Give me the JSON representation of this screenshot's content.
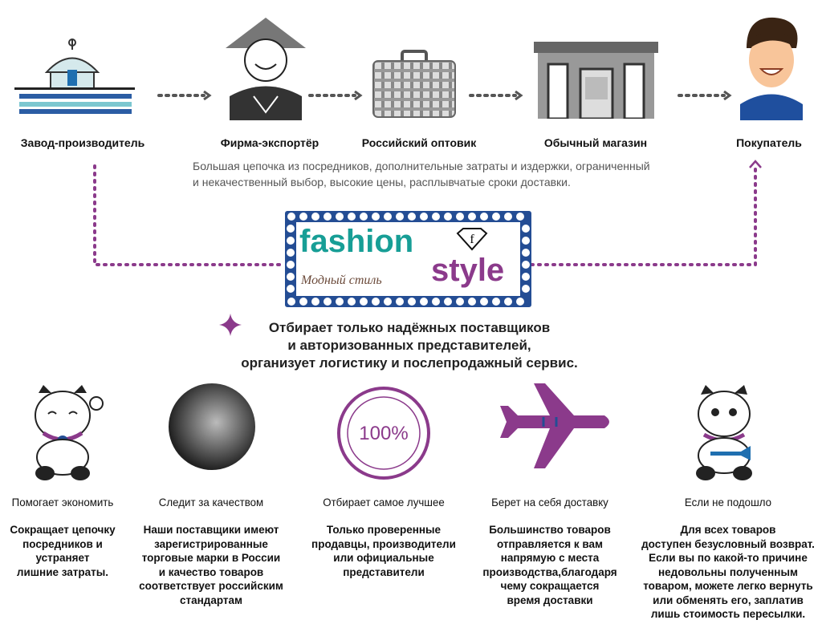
{
  "chain": {
    "steps": [
      {
        "label": "Завод-производитель",
        "icon": "factory-icon"
      },
      {
        "label": "Фирма-экспортёр",
        "icon": "exporter-person-icon"
      },
      {
        "label": "Российский оптовик",
        "icon": "suitcase-icon"
      },
      {
        "label": "Обычный магазин",
        "icon": "store-icon"
      },
      {
        "label": "Покупатель",
        "icon": "buyer-person-icon"
      }
    ],
    "description_line1": "Большая цепочка из посредников, дополнительные затраты и издержки, ограниченный",
    "description_line2": "и некачественный выбор, высокие цены, расплывчатые сроки доставки."
  },
  "logo": {
    "word1": "fashion",
    "word2": "style",
    "subtitle": "Модный стиль",
    "emblem": "f"
  },
  "tagline": {
    "line1": "Отбирает только надёжных поставщиков",
    "line2": "и авторизованных представителей,",
    "line3": "организует логистику и послепродажный сервис."
  },
  "benefits": [
    {
      "title": "Помогает экономить",
      "text": "Сокращает цепочку\nпосредников и\nустраняет\nлишние затраты.",
      "icon": "lucky-cat-icon"
    },
    {
      "title": "Следит за качеством",
      "text": "Наши поставщики имеют\nзарегистрированные\nторговые марки в России\nи качество товаров\nсоответствует российским\nстандартам",
      "icon": "mannequin-icon"
    },
    {
      "title": "Отбирает самое лучшее",
      "text": "Только проверенные\nпродавцы, производители\nили официальные\nпредставители",
      "icon": "stamp-100-icon",
      "stamp": "100%"
    },
    {
      "title": "Берет на себя доставку",
      "text": "Большинство товаров\nотправляется к вам\nнапрямую с места\nпроизводства,благодаря\nчему сокращается\nвремя доставки",
      "icon": "airplane-icon"
    },
    {
      "title": "Если не подошло",
      "text": "Для всех товаров\nдоступен безусловный возврат.\nЕсли вы по какой-то причине\nнедовольны полученным\nтовaром, можете легко вернуть\nили обменять его, заплатив\nлишь стоимость пересылки.",
      "icon": "cat-with-fish-icon"
    }
  ],
  "colors": {
    "purple": "#8b3a8b",
    "teal": "#179e96",
    "navy": "#244d94",
    "gray": "#555555"
  }
}
